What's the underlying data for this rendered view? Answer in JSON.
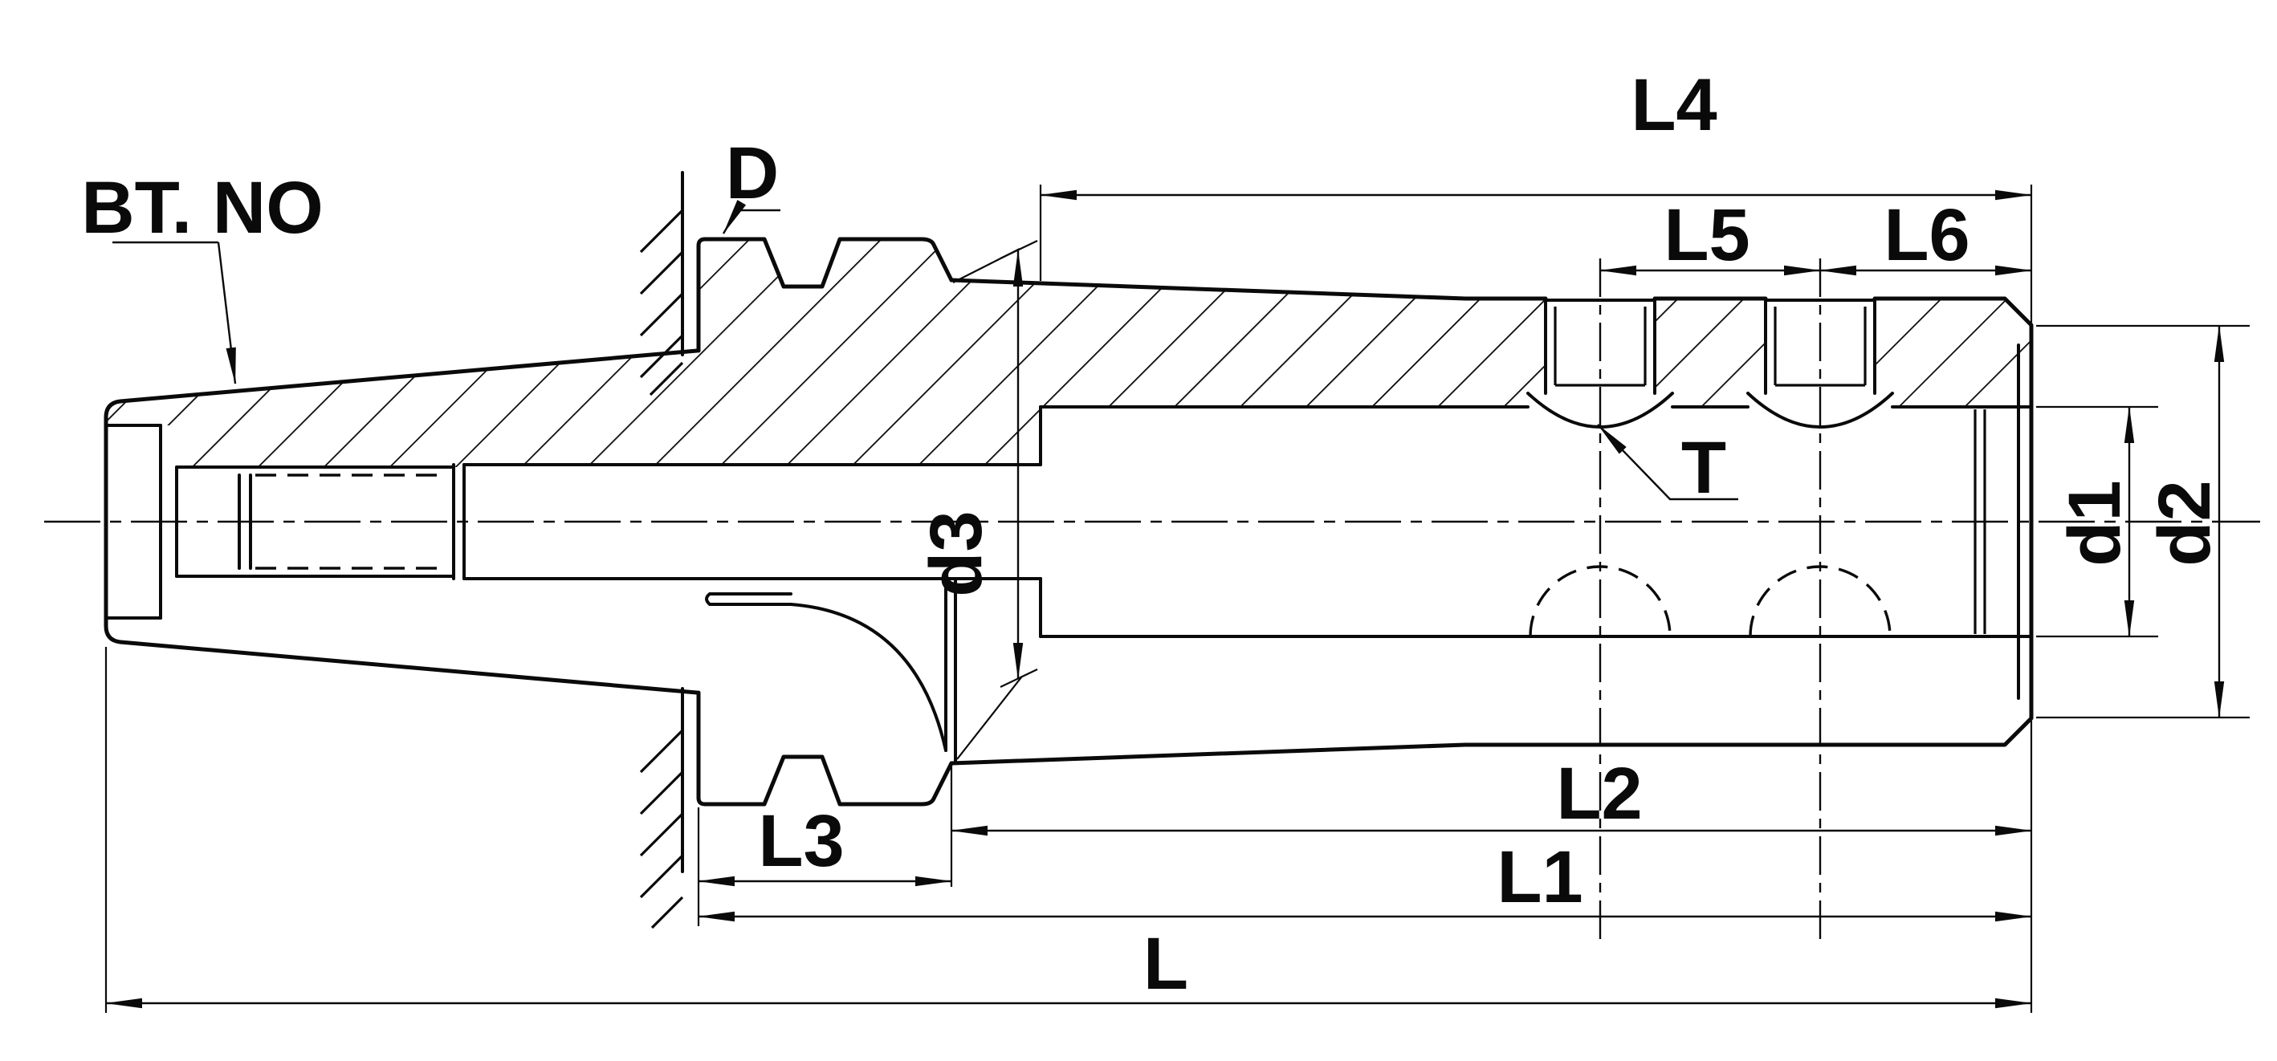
{
  "drawing": {
    "type_label": "BT. NO",
    "labels": {
      "flange_boss": "D",
      "bore_depth": "L4",
      "screw_spacing": "L5",
      "screw_to_nose": "L6",
      "screw_thread": "T",
      "bore_diameter": "d1",
      "nose_diameter": "d2",
      "body_diameter": "d3",
      "flange_width": "L3",
      "body_length": "L2",
      "gauge_length": "L1",
      "overall_length": "L"
    },
    "colors": {
      "line": "#0a0a0a",
      "background": "#ffffff"
    }
  }
}
